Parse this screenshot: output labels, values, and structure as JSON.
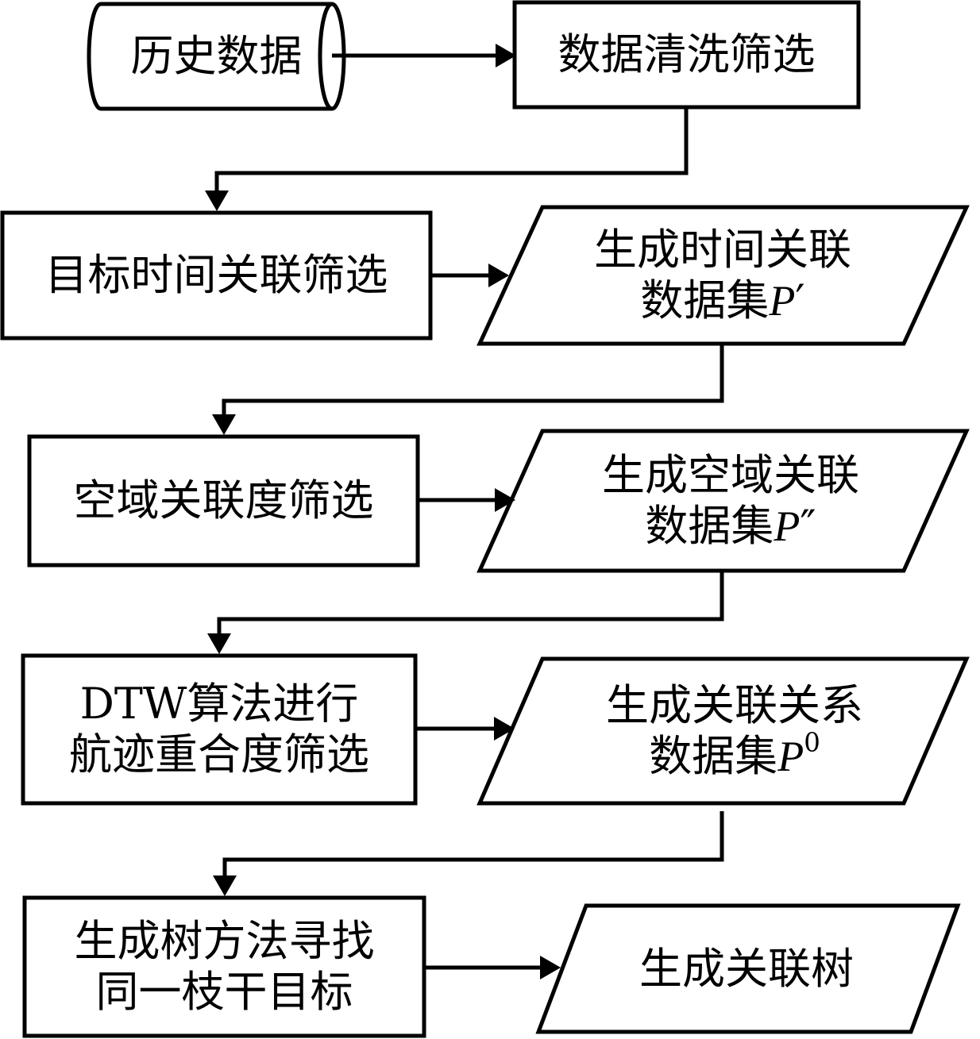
{
  "nodes": {
    "historical_data": {
      "text": "历史数据"
    },
    "data_cleaning": {
      "text": "数据清洗筛选"
    },
    "time_association_filter": {
      "text": "目标时间关联筛选"
    },
    "time_association_dataset": {
      "line1": "生成时间关联",
      "line2": "数据集",
      "symbol": "P",
      "mark": "′"
    },
    "spatial_association_filter": {
      "text": "空域关联度筛选"
    },
    "spatial_association_dataset": {
      "line1": "生成空域关联",
      "line2": "数据集",
      "symbol": "P",
      "mark": "″"
    },
    "dtw_filter": {
      "line1": "DTW算法进行",
      "line2": "航迹重合度筛选"
    },
    "relation_dataset": {
      "line1": "生成关联关系",
      "line2": "数据集",
      "symbol": "P",
      "superscript": "0"
    },
    "tree_method": {
      "line1": "生成树方法寻找",
      "line2": "同一枝干目标"
    },
    "association_tree": {
      "text": "生成关联树"
    }
  }
}
